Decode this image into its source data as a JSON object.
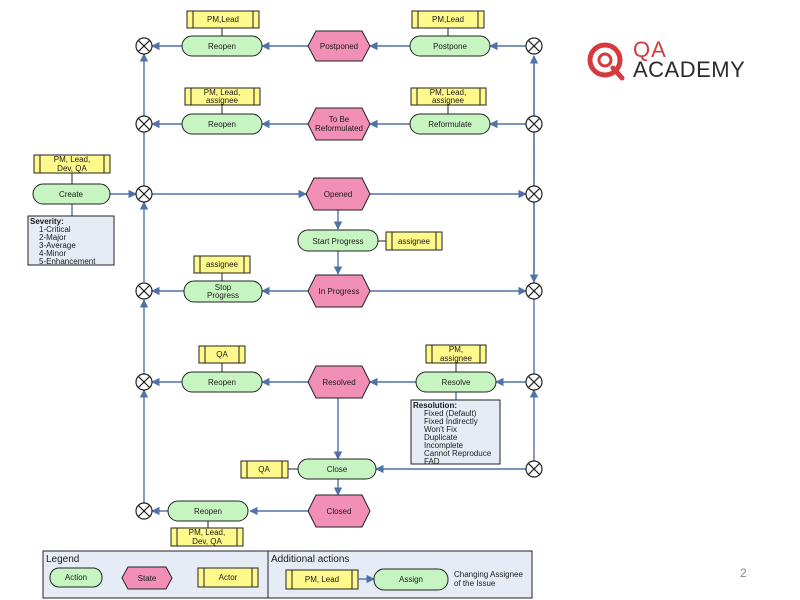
{
  "colors": {
    "action_fill": "#c7f5c2",
    "state_fill": "#f28fb6",
    "actor_fill": "#fff88a",
    "note_fill": "#e6ecf6",
    "arrow": "#4f73a8",
    "logo_red": "#d63a3f"
  },
  "logo": {
    "line1": "QA",
    "line2": "ACADEMY"
  },
  "page_number": "2",
  "actors": {
    "postponed_reopen": "PM,Lead",
    "postpone": "PM,Lead",
    "reformulated_reopen_1": "PM, Lead,",
    "reformulated_reopen_2": "assignee",
    "reformulate_1": "PM, Lead,",
    "reformulate_2": "assignee",
    "create_1": "PM, Lead,",
    "create_2": "Dev, QA",
    "start_progress": "assignee",
    "stop_progress": "assignee",
    "resolved_reopen": "QA",
    "resolve_1": "PM,",
    "resolve_2": "assignee",
    "close": "QA",
    "closed_reopen_1": "PM, Lead,",
    "closed_reopen_2": "Dev, QA"
  },
  "actions": {
    "reopen": "Reopen",
    "postpone": "Postpone",
    "reformulate": "Reformulate",
    "create": "Create",
    "start_progress": "Start Progress",
    "stop_progress_1": "Stop",
    "stop_progress_2": "Progress",
    "resolve": "Resolve",
    "close": "Close"
  },
  "states": {
    "postponed": "Postponed",
    "to_be_reformulated_1": "To Be",
    "to_be_reformulated_2": "Reformulated",
    "opened": "Opened",
    "in_progress": "In Progress",
    "resolved": "Resolved",
    "closed": "Closed"
  },
  "severity": {
    "title": "Severity:",
    "items": [
      "1-Critical",
      "2-Major",
      "3-Average",
      "4-Minor",
      "5-Enhancement"
    ]
  },
  "resolution": {
    "title": "Resolution:",
    "items": [
      "Fixed (Default)",
      "Fixed Indirectly",
      "Won't Fix",
      "Duplicate",
      "Incomplete",
      "Cannot Reproduce",
      "FAD"
    ]
  },
  "legend": {
    "title": "Legend",
    "action": "Action",
    "state": "State",
    "actor": "Actor",
    "additional_title": "Additional actions",
    "actor_example": "PM, Lead",
    "assign": "Assign",
    "assign_note_1": "Changing Assignee",
    "assign_note_2": "of the Issue"
  }
}
